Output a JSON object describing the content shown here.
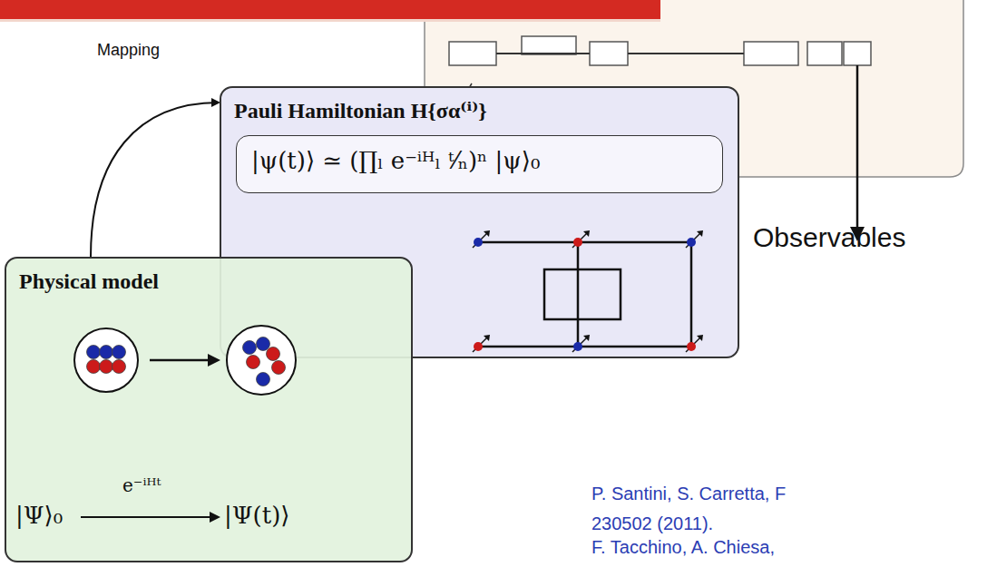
{
  "diagram": {
    "nodes": [
      {
        "text": [
          "Pauli Hamiltonian H{σα⁽ⁱ⁾}"
        ]
      },
      {
        "text": [
          "|ψ(t)⟩ ≃ (∏ₗ e⁻ⁱᴴₗ ᵗ⁄ₙ)ⁿ |ψ⟩₀"
        ],
        "in": 0
      },
      {
        "text": [
          "Physical model",
          "|Ψ⟩₀",
          "e⁻ⁱᴴᵗ",
          "|Ψ(t)⟩"
        ]
      }
    ],
    "edges": [
      {
        "from": 2,
        "to": 0,
        "label": "Mapping",
        "arrow": "to"
      }
    ],
    "labels": [
      "Observables",
      "P. Santini, S. Carretta, F",
      "230502 (2011).",
      "F. Tacchino, A. Chiesa,"
    ]
  }
}
